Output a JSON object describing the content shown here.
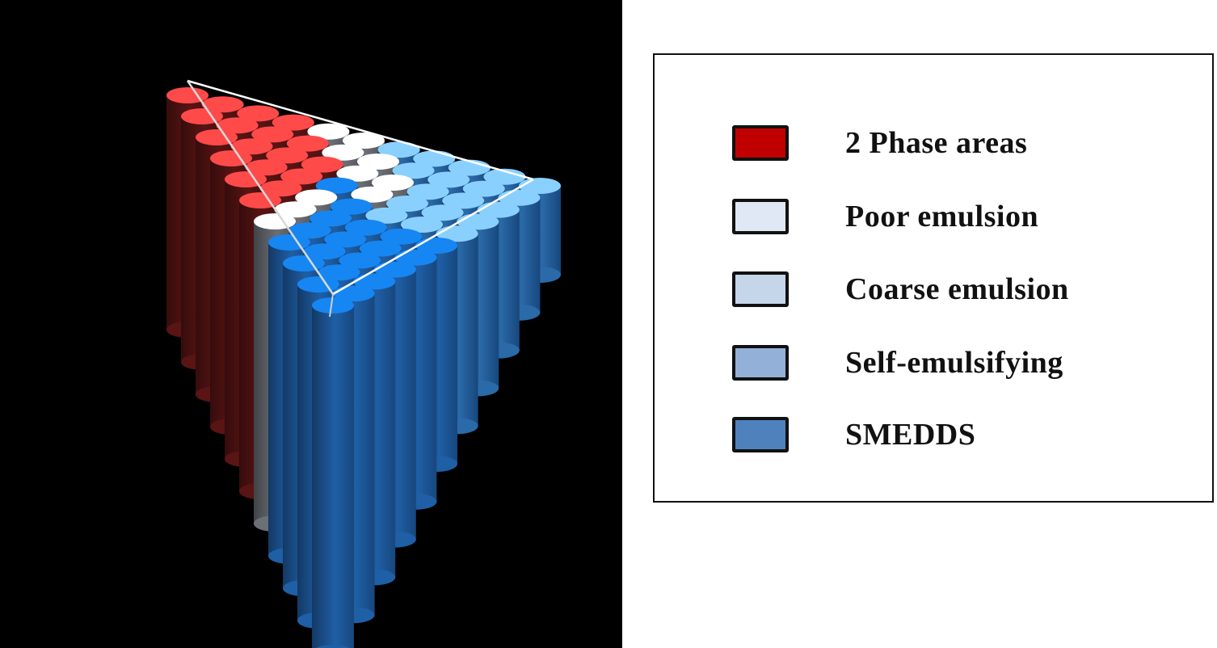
{
  "colors": {
    "background": "#000000",
    "frame": "#ffffff"
  },
  "legend": {
    "items": [
      {
        "label": "2 Phase areas",
        "color": "#c00000"
      },
      {
        "label": "Poor  emulsion",
        "color": "#dfe8f4"
      },
      {
        "label": "Coarse emulsion",
        "color": "#c5d5ea"
      },
      {
        "label": "Self-emulsifying",
        "color": "#93b1d8"
      },
      {
        "label": "SMEDDS",
        "color": "#4f81bd"
      }
    ]
  },
  "regions": [
    {
      "category": "2 Phase areas",
      "color": "#ff4a4a"
    },
    {
      "category": "Poor  emulsion",
      "color": "#ffffff"
    },
    {
      "category": "Coarse emulsion",
      "color": "#8ad0ff"
    },
    {
      "category": "Self-emulsifying",
      "color": "#8ad0ff"
    },
    {
      "category": "SMEDDS",
      "color": "#1686f3"
    }
  ]
}
